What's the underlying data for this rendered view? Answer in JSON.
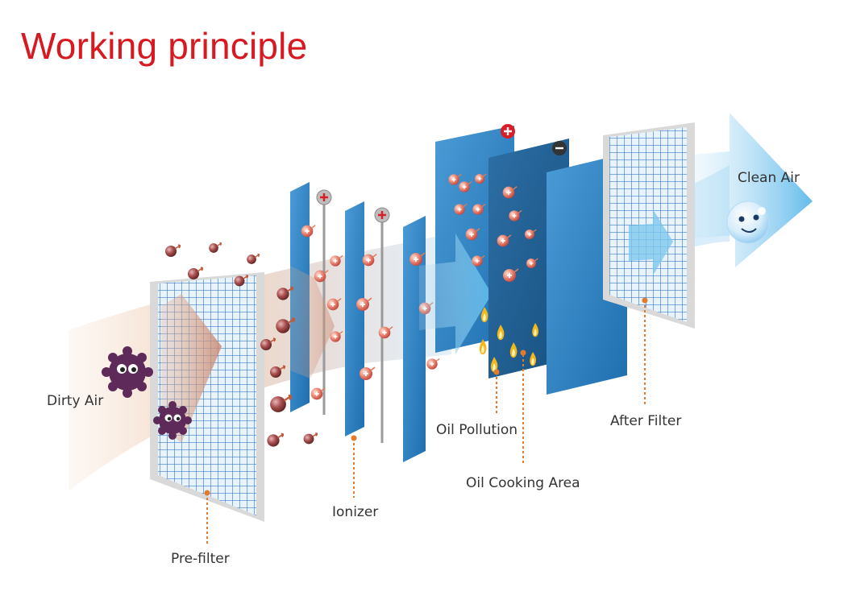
{
  "title": "Working principle",
  "labels": {
    "dirty_air": "Dirty Air",
    "pre_filter": "Pre-filter",
    "ionizer": "Ionizer",
    "oil_pollution": "Oil Pollution",
    "oil_cooking_area": "Oil Cooking Area",
    "after_filter": "After Filter",
    "clean_air": "Clean Air"
  },
  "colors": {
    "title": "#d71a21",
    "plate_blue": "#2f7fc1",
    "plate_dark": "#1f5f94",
    "leader_line": "#e37b2a",
    "particle": "#8a3c3c",
    "germ": "#5e2a59",
    "flame": "#f2b71c",
    "positive_badge": "#d91e26",
    "negative_badge": "#333333"
  },
  "icons": [
    "germ-icon",
    "particle-icon",
    "positive-charge-icon",
    "negative-charge-icon",
    "flame-icon",
    "clean-air-bubble-icon"
  ]
}
